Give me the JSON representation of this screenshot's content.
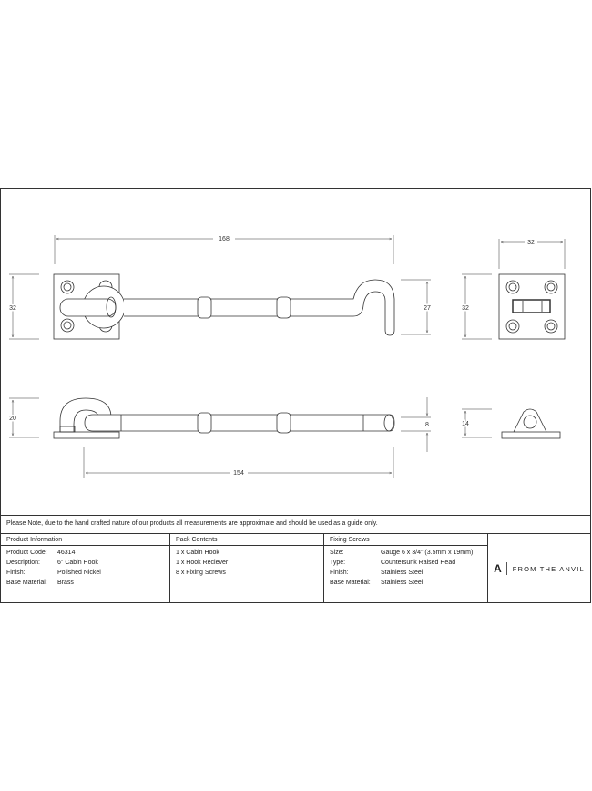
{
  "dimensions": {
    "top_length": "168",
    "plate_height_left": "32",
    "hook_height": "27",
    "receiver_width": "32",
    "receiver_height": "32",
    "side_height": "20",
    "bar_diameter": "8",
    "bar_length": "154",
    "receiver_side_height": "14"
  },
  "note": "Please Note, due to the hand crafted nature of our products all measurements are approximate and should be used as a guide only.",
  "product_info": {
    "title": "Product Information",
    "rows": [
      [
        "Product Code:",
        "46314"
      ],
      [
        "Description:",
        "6\" Cabin Hook"
      ],
      [
        "Finish:",
        "Polished Nickel"
      ],
      [
        "Base Material:",
        "Brass"
      ]
    ]
  },
  "pack_contents": {
    "title": "Pack Contents",
    "items": [
      "1 x Cabin Hook",
      "1 x Hook Reciever",
      "8 x Fixing Screws"
    ]
  },
  "fixing_screws": {
    "title": "Fixing Screws",
    "rows": [
      [
        "Size:",
        "Gauge 6 x 3/4\" (3.5mm x 19mm)"
      ],
      [
        "Type:",
        "Countersunk Raised Head"
      ],
      [
        "Finish:",
        "Stainless Steel"
      ],
      [
        "Base Material:",
        "Stainless Steel"
      ]
    ]
  },
  "brand": {
    "mark": "A",
    "name": "FROM THE ANVIL"
  }
}
